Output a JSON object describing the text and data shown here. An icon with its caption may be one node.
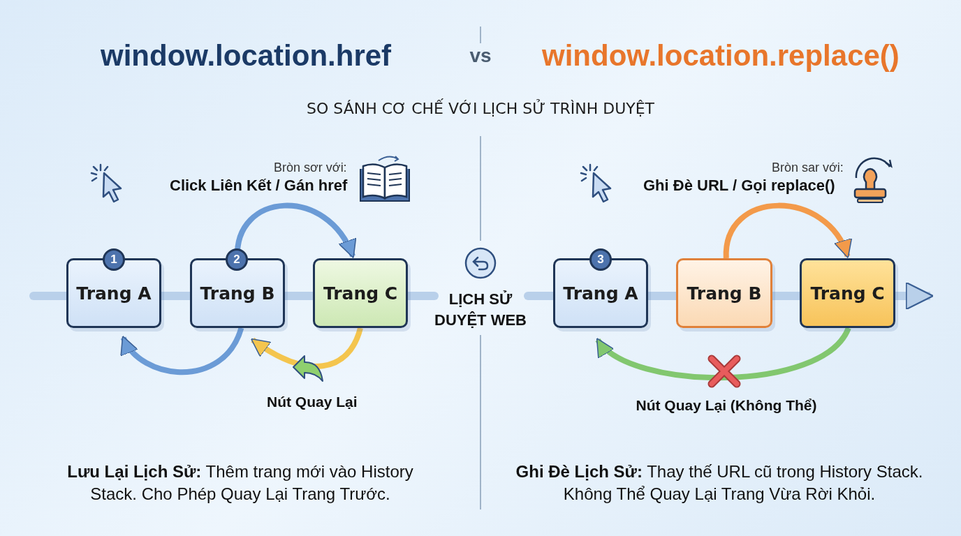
{
  "diagram": {
    "nodes": [
      {
        "text": [
          "Trang A"
        ]
      },
      {
        "text": [
          "Trang B"
        ]
      },
      {
        "text": [
          "Trang C"
        ]
      },
      {
        "text": [
          "Trang A"
        ]
      },
      {
        "text": [
          "Trang B"
        ]
      },
      {
        "text": [
          "Trang C"
        ]
      }
    ],
    "edges": [
      {
        "from": 0,
        "to": 1,
        "arrow": "none"
      },
      {
        "from": 1,
        "to": 2,
        "arrow": "none"
      },
      {
        "from": 3,
        "to": 4,
        "arrow": "none"
      },
      {
        "from": 4,
        "to": 5,
        "arrow": "none"
      },
      {
        "from": 5,
        "to": null,
        "arrow": "to"
      },
      {
        "from": 1,
        "to": 2,
        "arrow": "to",
        "color": "#6b9bd6"
      },
      {
        "from": 1,
        "to": 0,
        "arrow": "to",
        "color": "#6b9bd6"
      },
      {
        "from": 2,
        "to": 1,
        "arrow": "to",
        "color": "#f4c54e"
      },
      {
        "from": 4,
        "to": 5,
        "arrow": "to",
        "color": "#f39a4a"
      },
      {
        "from": 5,
        "to": 3,
        "arrow": "to",
        "color": "#82c76f"
      }
    ],
    "labels": [
      "window.location.href",
      "vs",
      "window.location.replace()",
      "SO SÁNH CƠ CHẾ VỚI LỊCH SỬ TRÌNH DUYỆT",
      "Bròn sơr với:",
      "Click Liên Kết / Gán href",
      "Bròn sar với:",
      "Ghi Đè URL / Gọi replace()",
      "1",
      "2",
      "LỊCH SỬ DUYỆT WEB",
      "3",
      "Nút Quay Lại",
      "Nút Quay Lại (Không Thể)",
      "**Lưu Lại Lịch Sử:** Thêm trang mới vào History Stack. Cho Phép Quay Lại Trang Trước.",
      "**Ghi Đè Lịch Sử:** Thay thế URL cũ trong History Stack. Không Thể Quay Lại Trang Vừa Rời Khỏi."
    ]
  }
}
